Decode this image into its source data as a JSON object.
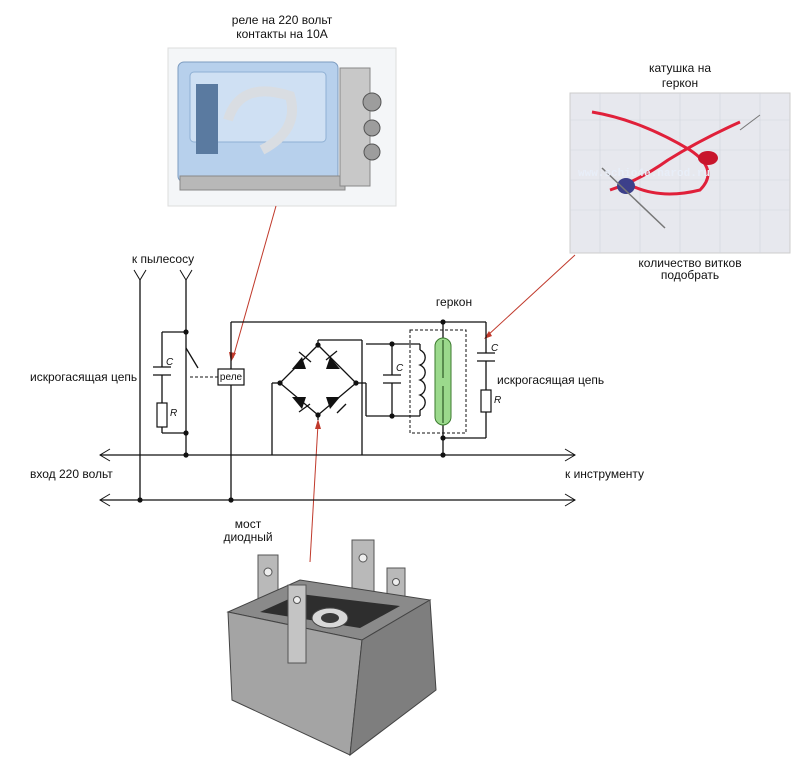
{
  "labels": {
    "relay_photo": [
      "реле на 220 вольт",
      "контакты на 10А"
    ],
    "coil_photo": [
      "катушка на",
      "геркон"
    ],
    "coil_turns": [
      "количество витков",
      "подобрать"
    ],
    "vacuum": "к пылесосу",
    "spark_left": "искрогасящая цепь",
    "spark_right": "искрогасящая цепь",
    "relay_box": "реле",
    "reed": "геркон",
    "input": "вход 220 вольт",
    "tool": "к инструменту",
    "bridge": [
      "мост",
      "диодный"
    ],
    "c_left": "C",
    "r_left": "R",
    "c_mid": "C",
    "c_right": "C",
    "r_right": "R"
  },
  "watermark": "www.schio4e.narod.ru",
  "colors": {
    "pointer": "#c0392b",
    "relay_body": "#a9c6e6",
    "reed_glass": "#9bd98c",
    "coil_wire": "#e0203a",
    "bridge_metal": "#9a9a9a"
  }
}
